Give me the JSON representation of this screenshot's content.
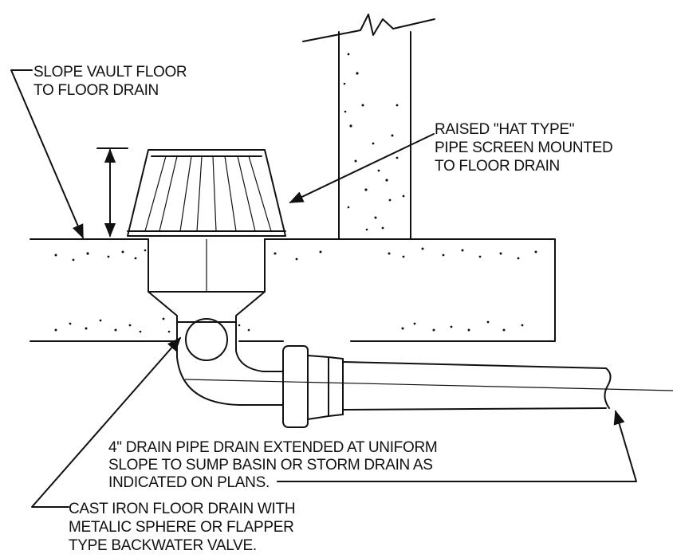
{
  "labels": {
    "slope_line1": "SLOPE  VAULT FLOOR",
    "slope_line2": "TO FLOOR DRAIN",
    "screen_line1": "RAISED \"HAT TYPE\"",
    "screen_line2": "PIPE SCREEN MOUNTED",
    "screen_line3": "TO FLOOR DRAIN",
    "pipe_line1": "4\" DRAIN PIPE DRAIN EXTENDED AT UNIFORM",
    "pipe_line2": "SLOPE TO SUMP BASIN OR STORM DRAIN AS",
    "pipe_line3": "INDICATED ON PLANS.",
    "drain_line1": "CAST IRON FLOOR DRAIN WITH",
    "drain_line2": "METALIC SPHERE OR FLAPPER",
    "drain_line3": "TYPE BACKWATER VALVE."
  },
  "colors": {
    "line": "#111111",
    "background": "#ffffff"
  }
}
